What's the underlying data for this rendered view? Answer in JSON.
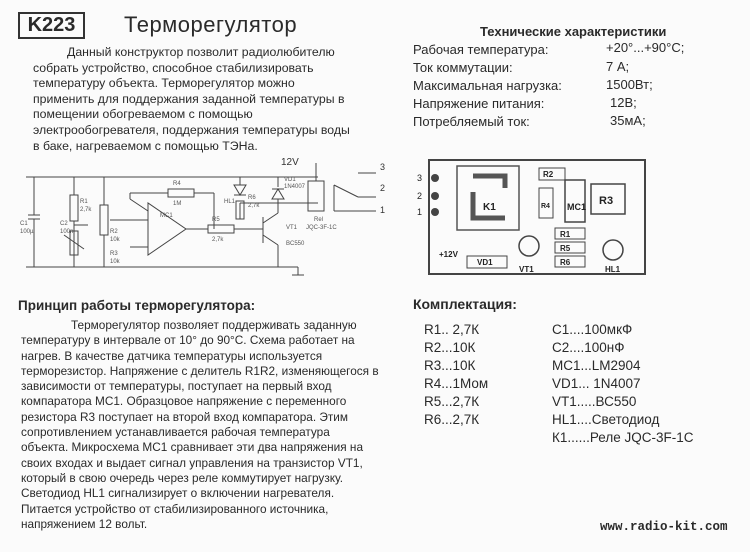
{
  "header": {
    "kit_code": "K223",
    "title": "Терморегулятор"
  },
  "intro": {
    "lines": [
      "Данный конструктор позволит радиолюбителю",
      "собрать устройство, способное стабилизировать",
      "температуру объекта. Терморегулятор можно",
      "применить для поддержания заданной температуры в",
      "помещении обогреваемом с помощью",
      "электрообогревателя, поддержания температуры воды",
      "в баке, нагреваемом с помощью ТЭНа."
    ]
  },
  "specs": {
    "heading": "Технические характеристики",
    "rows": [
      {
        "label": "Рабочая температура:",
        "value": "+20°...+90°С;"
      },
      {
        "label": "Ток коммутации:",
        "value": "7 А;"
      },
      {
        "label": "Максимальная нагрузка:",
        "value": "1500Вт;"
      },
      {
        "label": "Напряжение питания:",
        "value": "12В;"
      },
      {
        "label": "Потребляемый ток:",
        "value": "35мА;"
      }
    ]
  },
  "schematic": {
    "supply": "12V",
    "terminals": [
      "3",
      "2",
      "1"
    ],
    "labels": {
      "r4": "R4",
      "r4v": "1M",
      "r1": "R1",
      "r1v": "2,7k",
      "c1": "C1",
      "c1v": "100µ",
      "c2": "C2",
      "c2v": "100n",
      "r2": "R2",
      "r2v": "10k",
      "r3": "R3",
      "r3v": "10k",
      "mc1": "MC1",
      "hl1": "HL1",
      "r6": "R6",
      "r6v": "2,7k",
      "r5": "R5",
      "r5v": "2,7k",
      "vd1": "VD1",
      "vd1v": "1N4007",
      "rel": "Rel",
      "relv": "JQC-3F-1C",
      "vt1": "VT1",
      "vt1v": "BC550"
    }
  },
  "pcb": {
    "labels": [
      "R2",
      "MC1",
      "R3",
      "R1",
      "R5",
      "R6",
      "K1",
      "VD1",
      "VT1",
      "HL1",
      "+12V",
      "R4"
    ],
    "terminals": [
      "3",
      "2",
      "1"
    ]
  },
  "principle": {
    "heading": "Принцип работы терморегулятора:",
    "lines": [
      "Терморегулятор позволяет поддерживать заданную",
      "температуру в интервале от 10° до 90°С. Схема работает на",
      "нагрев. В качестве датчика температуры используется",
      "терморезистор. Напряжение с делитель R1R2, изменяющегося в",
      "зависимости от температуры, поступает на первый вход",
      "компаратора МС1. Образцовое напряжение с переменного",
      "резистора R3 поступает на второй вход компаратора. Этим",
      "сопротивлением устанавливается рабочая температура",
      "объекта. Микросхема МС1 сравнивает эти два напряжения на",
      "своих входах и выдает сигнал управления на транзистор VT1,",
      "который в свою очередь через реле коммутирует нагрузку.",
      "Светодиод HL1 сигнализирует о включении нагревателя.",
      "Питается устройство от стабилизированного источника,",
      "напряжением 12 вольт."
    ]
  },
  "kit": {
    "heading": "Комплектация:",
    "left": [
      "R1.. 2,7К",
      "R2...10К",
      "R3...10К",
      "R4...1Мом",
      "R5...2,7К",
      "R6...2,7К"
    ],
    "right": [
      "С1....100мкФ",
      "С2....100нФ",
      "МС1...LM2904",
      "VD1... 1N4007",
      "VT1.....ВС550",
      "HL1....Светодиод",
      "К1......Реле JQC-3F-1C"
    ]
  },
  "footer": {
    "url": "www.radio-kit.com"
  }
}
